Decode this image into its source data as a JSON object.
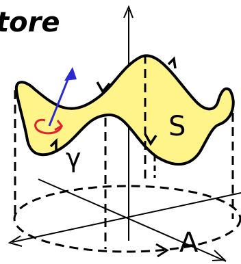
{
  "title_fragment": "tore",
  "labels": {
    "surface": "S",
    "curve": "γ",
    "area": "A"
  },
  "colors": {
    "surface_fill": "#fff48a",
    "normal_vector": "#2a2ad0",
    "orientation_arrow": "#e0202a",
    "ink": "#000000"
  }
}
